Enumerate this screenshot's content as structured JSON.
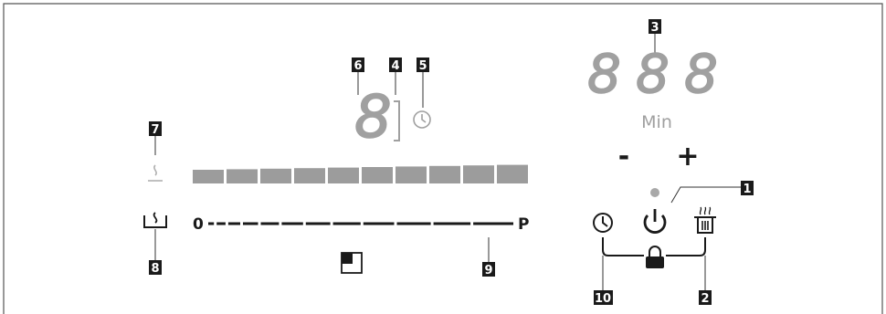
{
  "diagram": {
    "labels": {
      "n1": "1",
      "n2": "2",
      "n3": "3",
      "n4": "4",
      "n5": "5",
      "n6": "6",
      "n7": "7",
      "n8": "8",
      "n9": "9",
      "n10": "10"
    },
    "display": {
      "zone_digit": "8",
      "timer_digits": [
        "8",
        "8",
        "8"
      ],
      "timer_unit": "Min"
    },
    "slider": {
      "start_label": "0",
      "end_label": "P",
      "segment_count": 10
    },
    "buttons": {
      "minus": "-",
      "plus": "+"
    },
    "colors": {
      "frame": "#555555",
      "label_bg": "#1a1a1a",
      "display_grey": "#a0a0a0",
      "slider_grey": "#9c9c9c",
      "symbol": "#1a1a1a"
    },
    "icons": [
      "power-icon",
      "clock-icon",
      "lock-icon",
      "hob2hood-icon",
      "keep-warm-icon",
      "bridge-icon",
      "zone-indicator-icon"
    ]
  }
}
